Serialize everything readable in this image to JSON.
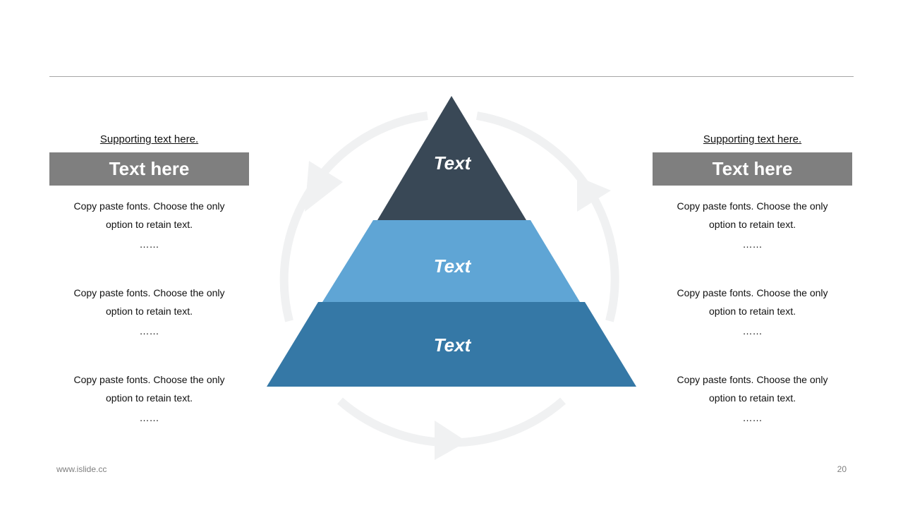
{
  "diagram": {
    "tiers": [
      {
        "label": "Text",
        "color": "#394856"
      },
      {
        "label": "Text",
        "color": "#5fa5d5"
      },
      {
        "label": "Text",
        "color": "#3578a6"
      }
    ],
    "cycle_color": "#f0f1f2"
  },
  "left_panel": {
    "supporting": "Supporting text here.",
    "header": "Text here",
    "items": [
      {
        "line1": "Copy paste fonts. Choose the only",
        "line2": "option to retain text.",
        "dots": "……"
      },
      {
        "line1": "Copy paste fonts. Choose the only",
        "line2": "option to retain text.",
        "dots": "……"
      },
      {
        "line1": "Copy paste fonts. Choose the only",
        "line2": "option to retain text.",
        "dots": "……"
      }
    ]
  },
  "right_panel": {
    "supporting": "Supporting text here.",
    "header": "Text here",
    "items": [
      {
        "line1": "Copy paste fonts. Choose the only",
        "line2": "option to retain text.",
        "dots": "……"
      },
      {
        "line1": "Copy paste fonts. Choose the only",
        "line2": "option to retain text.",
        "dots": "……"
      },
      {
        "line1": "Copy paste fonts. Choose the only",
        "line2": "option to retain text.",
        "dots": "……"
      }
    ]
  },
  "footer": {
    "website": "www.islide.cc",
    "page_number": "20"
  }
}
